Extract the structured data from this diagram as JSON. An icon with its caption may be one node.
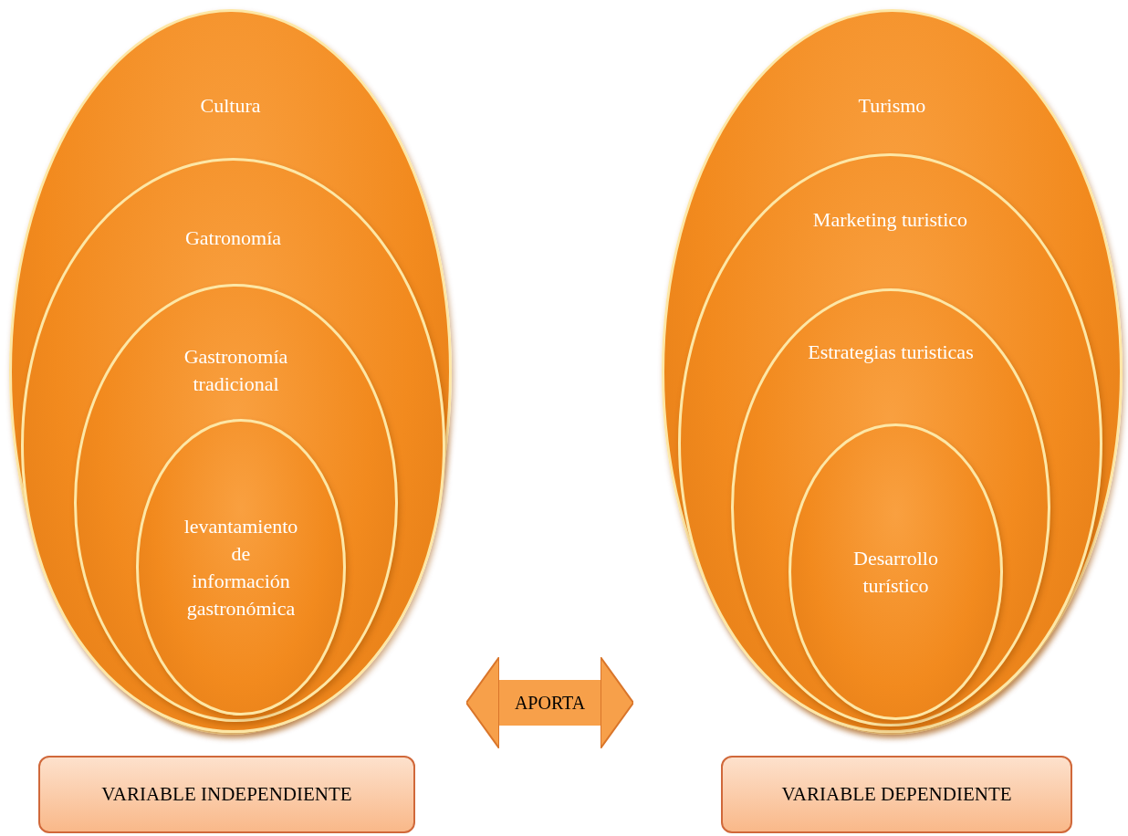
{
  "diagram": {
    "nodes": [
      {
        "text": [
          "Cultura"
        ]
      },
      {
        "text": [
          "Gatronomía"
        ],
        "in": 0
      },
      {
        "text": [
          "Gastronomía tradicional"
        ],
        "in": 1
      },
      {
        "text": [
          "levantamiento de información gastronómica"
        ],
        "in": 2
      },
      {
        "text": [
          "Turismo"
        ]
      },
      {
        "text": [
          "Marketing turistico"
        ],
        "in": 4
      },
      {
        "text": [
          "Estrategias turisticas"
        ],
        "in": 5
      },
      {
        "text": [
          "Desarrollo turístico"
        ],
        "in": 6
      },
      {
        "text": [
          "VARIABLE INDEPENDIENTE"
        ]
      },
      {
        "text": [
          "VARIABLE DEPENDIENTE"
        ]
      }
    ],
    "edges": [
      {
        "from": 0,
        "to": 4,
        "arrow": "both",
        "label": "APORTA"
      }
    ]
  }
}
